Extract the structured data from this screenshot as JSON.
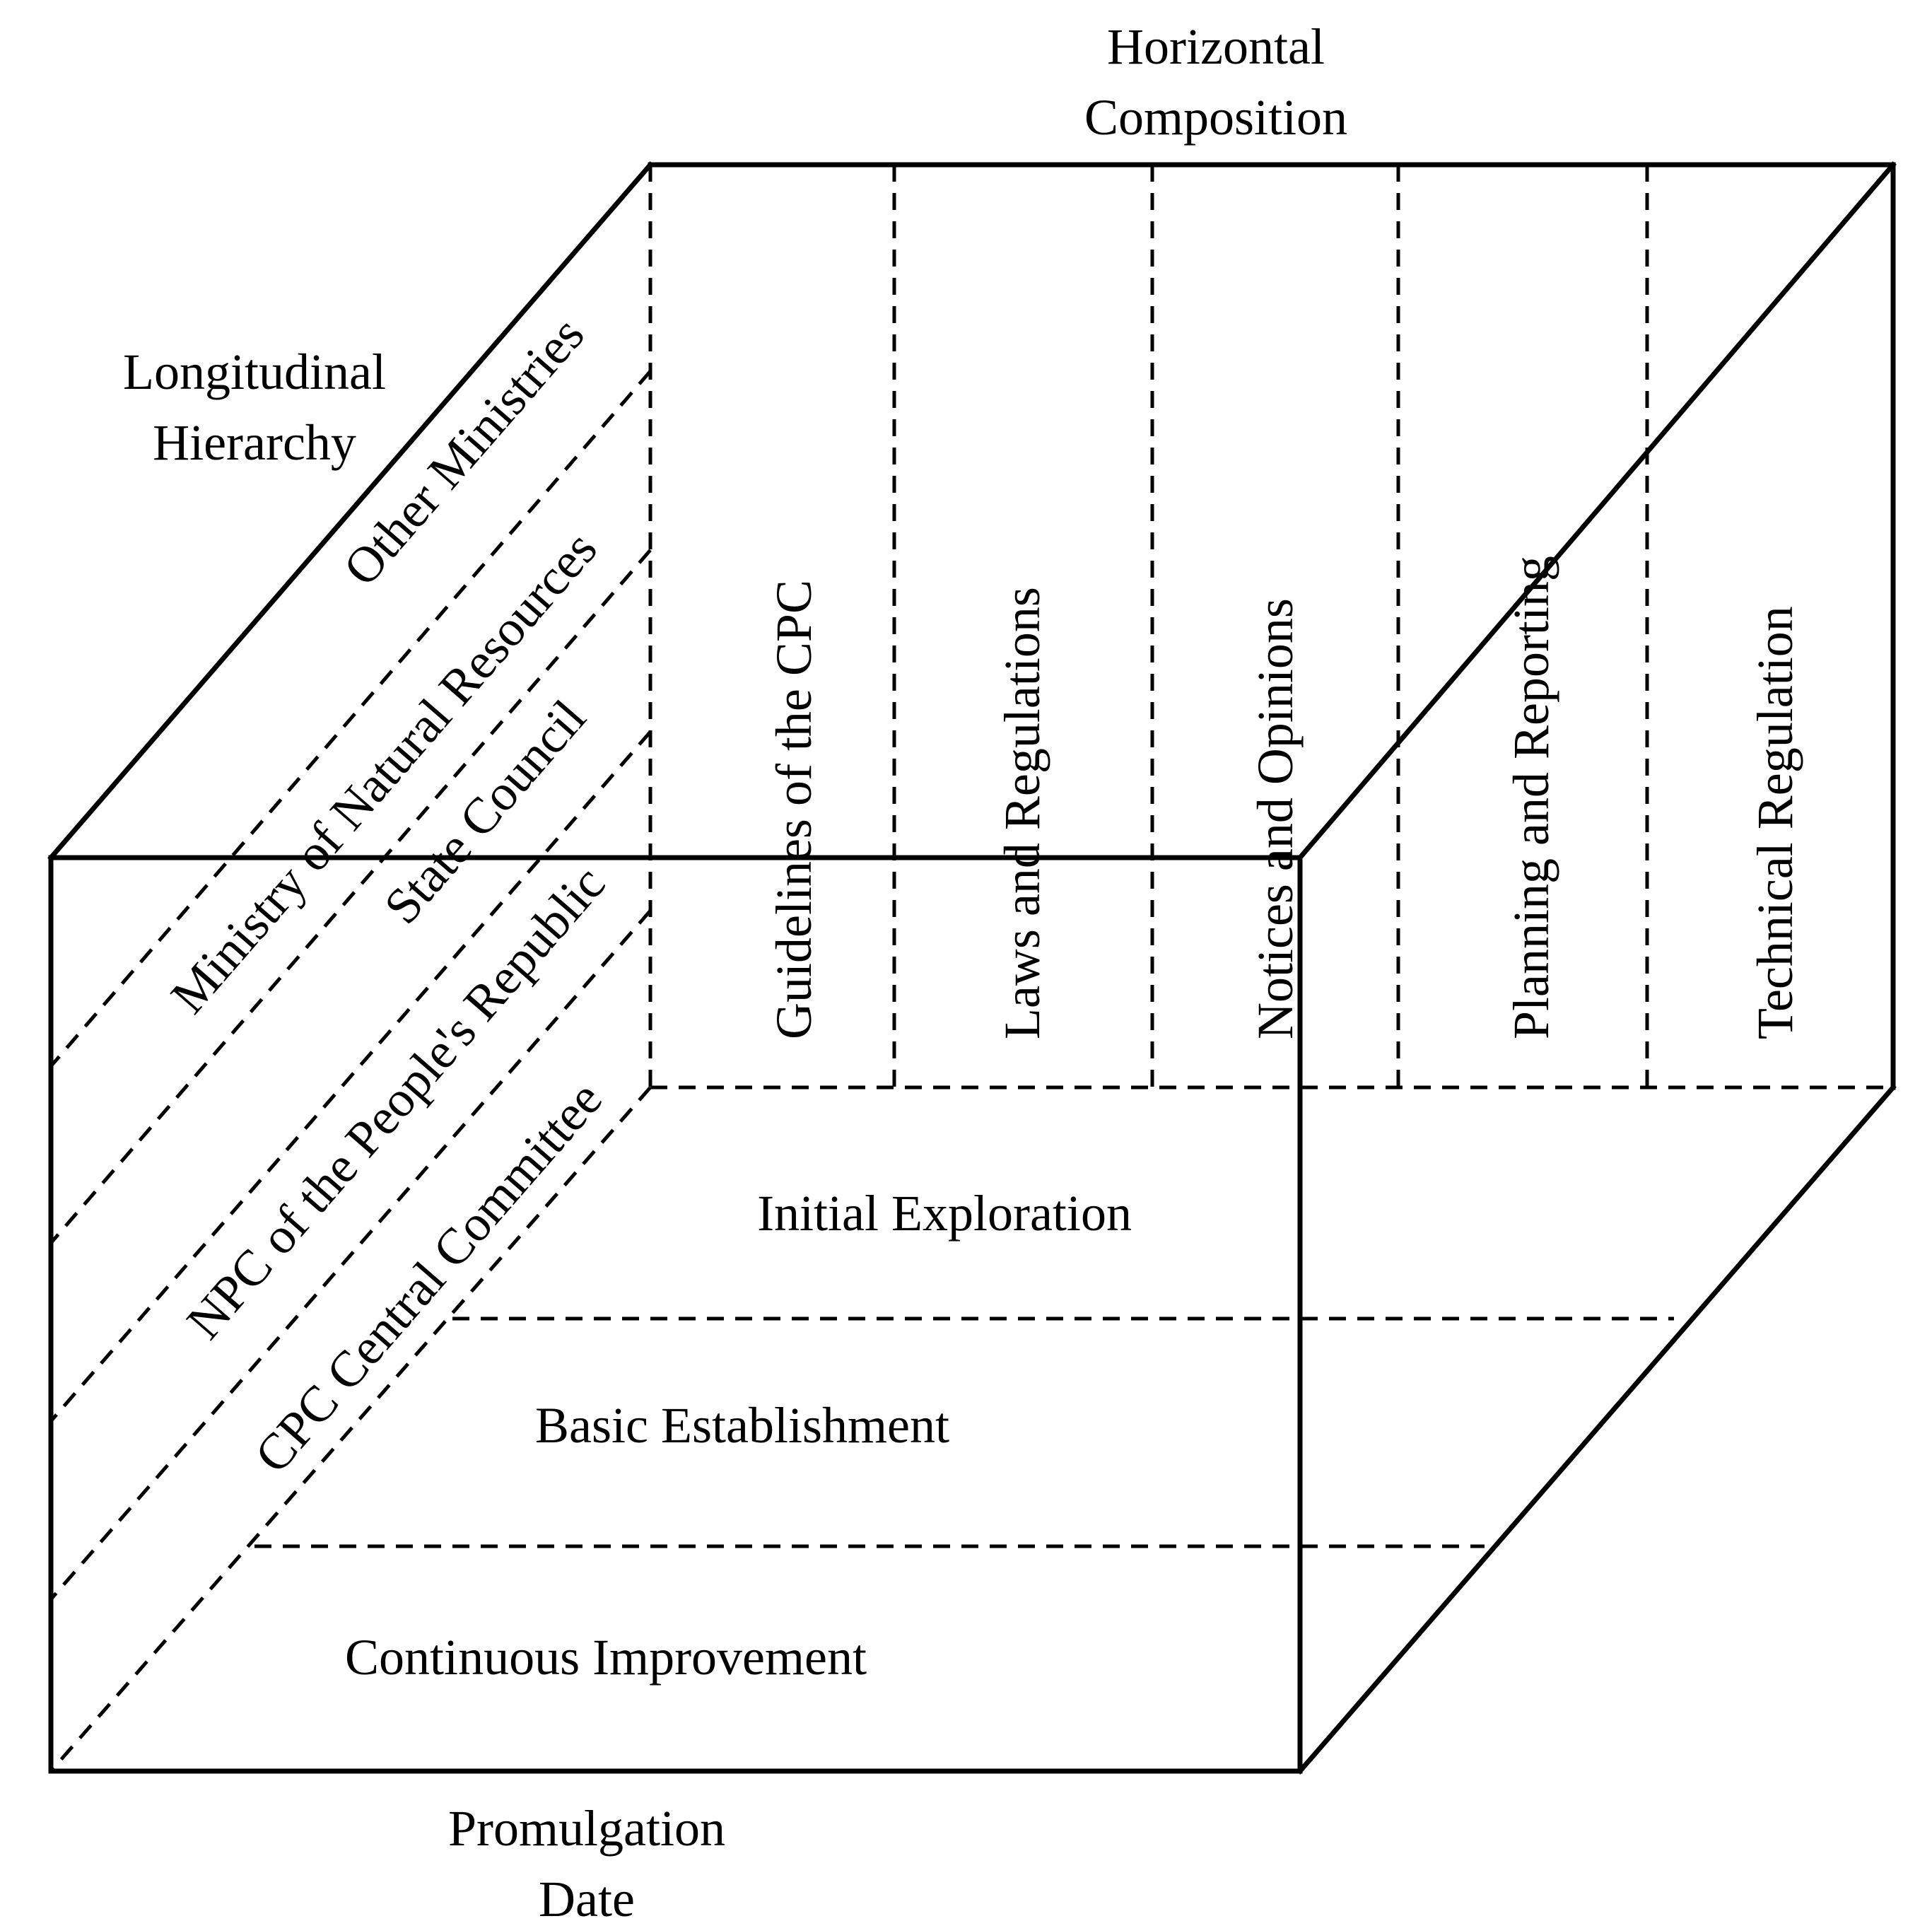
{
  "axes": {
    "horizontal": [
      "Horizontal",
      "Composition"
    ],
    "longitudinal": [
      "Longitudinal",
      "Hierarchy"
    ],
    "date": [
      "Promulgation",
      "Date"
    ]
  },
  "horizontal_composition": [
    "Guidelines of the CPC",
    "Laws and Regulations",
    "Notices and Opinions",
    "Planning and Reporting",
    "Technical Regulation"
  ],
  "longitudinal_hierarchy": [
    "Other Ministries",
    "Ministry of Natural Resources",
    "State Council",
    "NPC of the People's Republic",
    "CPC Central Committee"
  ],
  "promulgation_stages": [
    "Initial Exploration",
    "Basic Establishment",
    "Continuous Improvement"
  ]
}
